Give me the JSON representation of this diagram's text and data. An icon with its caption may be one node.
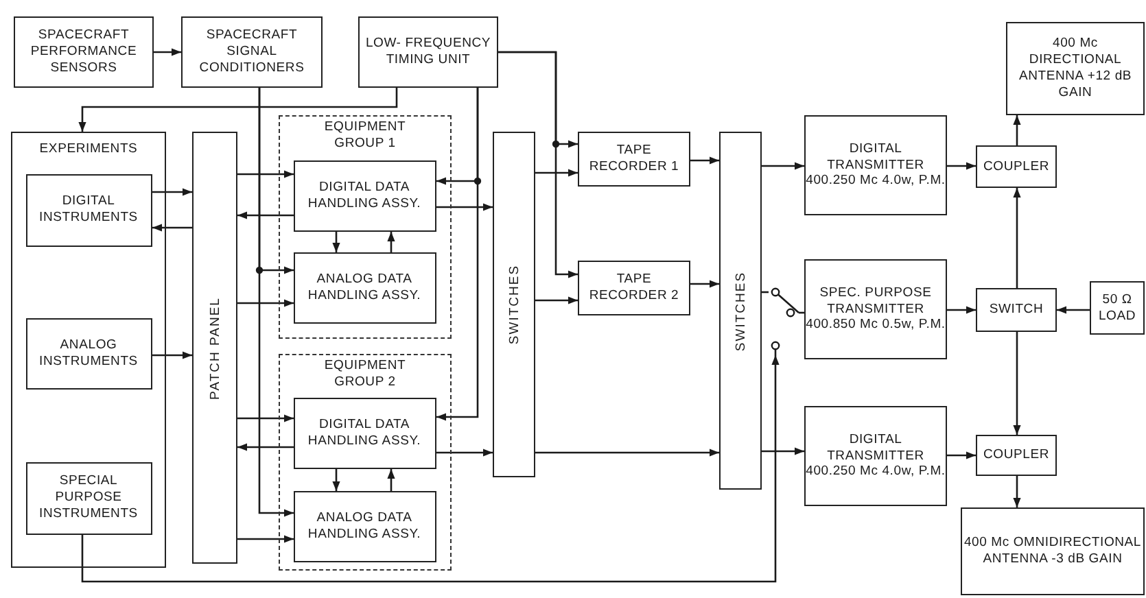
{
  "diagram": {
    "nodes": [
      {
        "text": [
          "SPACECRAFT PERFORMANCE SENSORS"
        ]
      },
      {
        "text": [
          "SPACECRAFT SIGNAL CONDITIONERS"
        ]
      },
      {
        "text": [
          "LOW- FREQUENCY TIMING UNIT"
        ]
      },
      {
        "text": [
          "EXPERIMENTS"
        ]
      },
      {
        "text": [
          "DIGITAL INSTRUMENTS"
        ],
        "in": 3
      },
      {
        "text": [
          "ANALOG INSTRUMENTS"
        ],
        "in": 3
      },
      {
        "text": [
          "SPECIAL PURPOSE INSTRUMENTS"
        ],
        "in": 3
      },
      {
        "text": [
          "PATCH PANEL"
        ]
      },
      {
        "text": [
          "EQUIPMENT GROUP 1"
        ]
      },
      {
        "text": [
          "DIGITAL DATA HANDLING ASSY."
        ],
        "in": 8
      },
      {
        "text": [
          "ANALOG DATA HANDLING ASSY."
        ],
        "in": 8
      },
      {
        "text": [
          "EQUIPMENT GROUP 2"
        ]
      },
      {
        "text": [
          "DIGITAL DATA HANDLING ASSY."
        ],
        "in": 11
      },
      {
        "text": [
          "ANALOG DATA HANDLING ASSY."
        ],
        "in": 11
      },
      {
        "text": [
          "SWITCHES"
        ]
      },
      {
        "text": [
          "TAPE RECORDER 1"
        ]
      },
      {
        "text": [
          "TAPE RECORDER 2"
        ]
      },
      {
        "text": [
          "SWITCHES"
        ]
      },
      {
        "text": [
          "DIGITAL TRANSMITTER 400.250 Mc 4.0w, P.M."
        ]
      },
      {
        "text": [
          "SPEC. PURPOSE TRANSMITTER 400.850 Mc 0.5w, P.M."
        ]
      },
      {
        "text": [
          "DIGITAL TRANSMITTER 400.250 Mc 4.0w, P.M."
        ]
      },
      {
        "text": [
          "COUPLER"
        ]
      },
      {
        "text": [
          "SWITCH"
        ]
      },
      {
        "text": [
          "50 Ω LOAD"
        ]
      },
      {
        "text": [
          "COUPLER"
        ]
      },
      {
        "text": [
          "400 Mc DIRECTIONAL ANTENNA +12 dB GAIN"
        ]
      },
      {
        "text": [
          "400 Mc OMNIDIRECTIONAL ANTENNA -3 dB GAIN"
        ]
      },
      {
        "text": [],
        "shape": "switch"
      }
    ],
    "edges": [
      {
        "from": 0,
        "to": 1,
        "arrow": "to"
      },
      {
        "from": 1,
        "to": 10,
        "arrow": "to"
      },
      {
        "from": 1,
        "to": 13,
        "arrow": "to"
      },
      {
        "from": 2,
        "to": 3,
        "arrow": "to"
      },
      {
        "from": 2,
        "to": 9,
        "arrow": "to"
      },
      {
        "from": 2,
        "to": 12,
        "arrow": "to"
      },
      {
        "from": 2,
        "to": 15,
        "arrow": "to"
      },
      {
        "from": 2,
        "to": 16,
        "arrow": "to"
      },
      {
        "from": 4,
        "to": 7,
        "arrow": "to"
      },
      {
        "from": 7,
        "to": 4,
        "arrow": "to"
      },
      {
        "from": 5,
        "to": 7,
        "arrow": "to"
      },
      {
        "from": 7,
        "to": 9,
        "arrow": "to"
      },
      {
        "from": 9,
        "to": 7,
        "arrow": "to"
      },
      {
        "from": 7,
        "to": 10,
        "arrow": "to"
      },
      {
        "from": 9,
        "to": 10,
        "arrow": "to"
      },
      {
        "from": 10,
        "to": 9,
        "arrow": "to"
      },
      {
        "from": 7,
        "to": 12,
        "arrow": "to"
      },
      {
        "from": 12,
        "to": 7,
        "arrow": "to"
      },
      {
        "from": 7,
        "to": 13,
        "arrow": "to"
      },
      {
        "from": 12,
        "to": 13,
        "arrow": "to"
      },
      {
        "from": 13,
        "to": 12,
        "arrow": "to"
      },
      {
        "from": 9,
        "to": 14,
        "arrow": "to"
      },
      {
        "from": 12,
        "to": 14,
        "arrow": "to"
      },
      {
        "from": 14,
        "to": 15,
        "arrow": "to"
      },
      {
        "from": 14,
        "to": 16,
        "arrow": "to"
      },
      {
        "from": 14,
        "to": 17,
        "arrow": "to"
      },
      {
        "from": 15,
        "to": 17,
        "arrow": "to"
      },
      {
        "from": 16,
        "to": 17,
        "arrow": "to"
      },
      {
        "from": 17,
        "to": 18,
        "arrow": "to"
      },
      {
        "from": 17,
        "to": 27,
        "arrow": "none"
      },
      {
        "from": 27,
        "to": 19,
        "arrow": "none"
      },
      {
        "from": 6,
        "to": 27,
        "arrow": "to"
      },
      {
        "from": 17,
        "to": 20,
        "arrow": "to"
      },
      {
        "from": 18,
        "to": 21,
        "arrow": "to"
      },
      {
        "from": 21,
        "to": 25,
        "arrow": "to"
      },
      {
        "from": 22,
        "to": 21,
        "arrow": "to"
      },
      {
        "from": 19,
        "to": 22,
        "arrow": "to"
      },
      {
        "from": 23,
        "to": 22,
        "arrow": "to"
      },
      {
        "from": 22,
        "to": 24,
        "arrow": "to"
      },
      {
        "from": 20,
        "to": 24,
        "arrow": "to"
      },
      {
        "from": 24,
        "to": 26,
        "arrow": "to"
      }
    ]
  }
}
